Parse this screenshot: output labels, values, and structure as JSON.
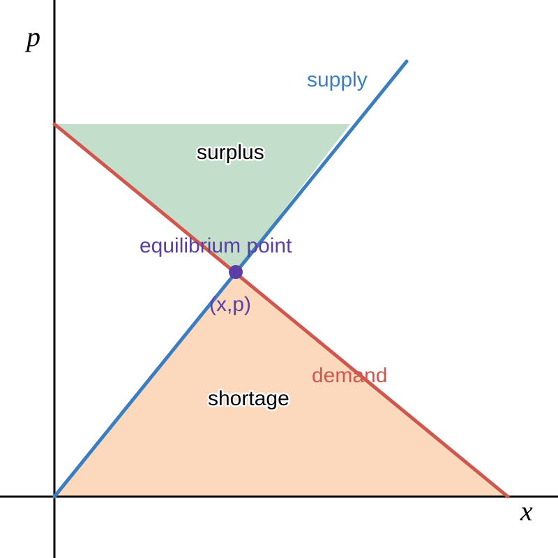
{
  "axes": {
    "x_label": "x",
    "y_label": "p"
  },
  "curves": {
    "supply": {
      "label": "supply",
      "color": "#3a7ebf"
    },
    "demand": {
      "label": "demand",
      "color": "#d0574e"
    }
  },
  "regions": {
    "surplus": {
      "label": "surplus",
      "color": "#c3decb"
    },
    "shortage": {
      "label": "shortage",
      "color": "#fcd8bd"
    }
  },
  "equilibrium": {
    "label": "equilibrium point",
    "coords_label": "(x,p)",
    "color": "#5a3fa6"
  }
}
